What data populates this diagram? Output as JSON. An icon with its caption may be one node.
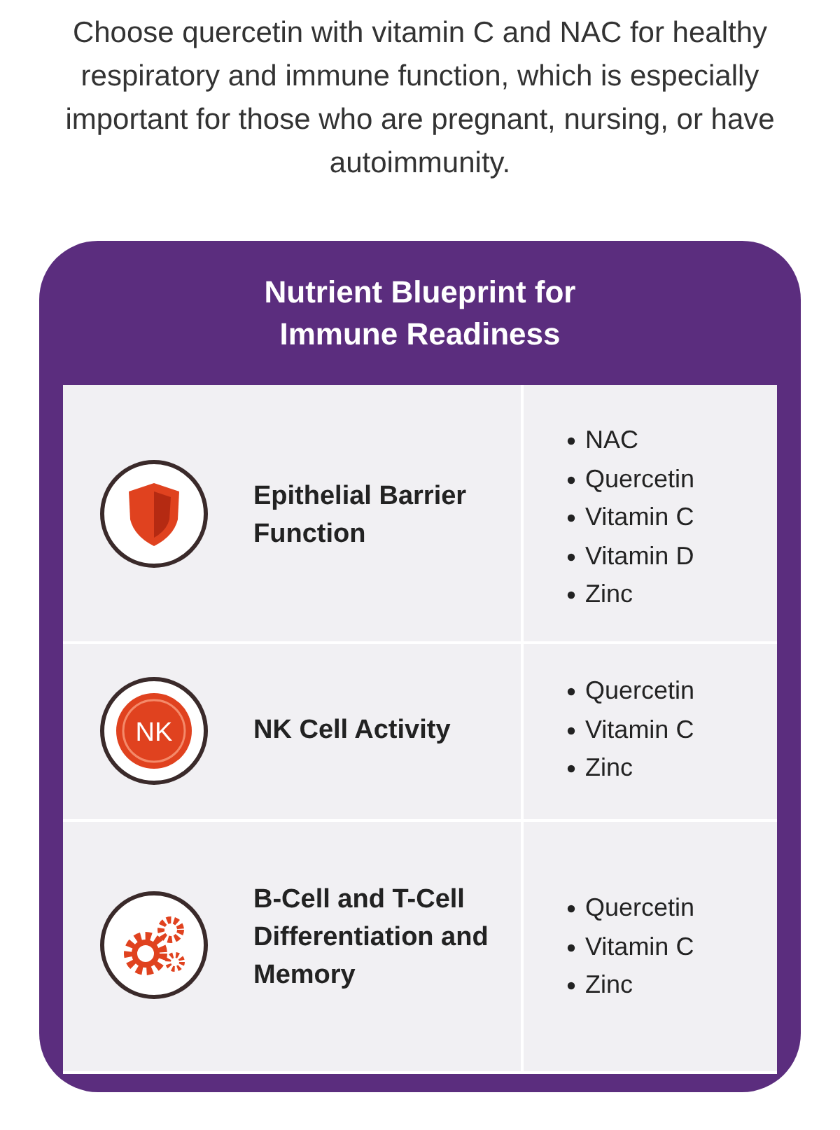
{
  "diagram": {
    "title": "Nutrient Blueprint for Immune Readiness",
    "labels": [
      "Choose quercetin with vitamin C and NAC for healthy respiratory and immune function, which is especially important for those who are pregnant, nursing, or have autoimmunity.",
      "Epithelial Barrier Function",
      "NAC",
      "Quercetin",
      "Vitamin C",
      "Vitamin D",
      "Zinc",
      "NK",
      "NK Cell Activity",
      "Quercetin",
      "Vitamin C",
      "Zinc",
      "B-Cell and T-Cell Differentiation and Memory",
      "Quercetin",
      "Vitamin C",
      "Zinc"
    ]
  }
}
